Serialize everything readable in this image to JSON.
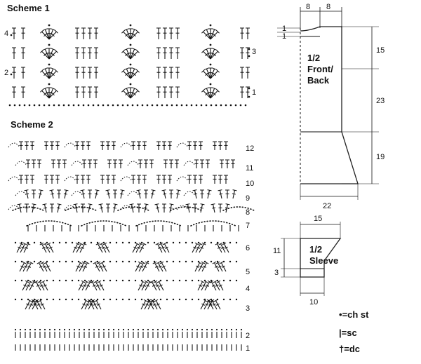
{
  "scheme1": {
    "title": "Scheme 1",
    "row_numbers": [
      "4",
      "2"
    ],
    "side_numbers": [
      "3",
      "1"
    ]
  },
  "scheme2": {
    "title": "Scheme 2",
    "row_numbers": [
      "12",
      "11",
      "10",
      "9",
      "8",
      "7",
      "6",
      "5",
      "4",
      "3",
      "2",
      "1"
    ]
  },
  "front_back": {
    "label_line1": "1/2",
    "label_line2": "Front/",
    "label_line3": "Back",
    "top_left": "8",
    "top_right": "8",
    "right_top": "15",
    "right_mid": "23",
    "right_bottom": "19",
    "bottom": "22",
    "left_small_1": "1",
    "left_small_2": "1"
  },
  "sleeve": {
    "label_line1": "1/2",
    "label_line2": "Sleeve",
    "top": "15",
    "left_upper": "11",
    "left_lower": "3",
    "bottom": "10"
  },
  "legend": [
    {
      "symbol": "•",
      "text": "=ch st"
    },
    {
      "symbol": "|",
      "text": "=sc"
    },
    {
      "symbol": "†",
      "text": "=dc"
    }
  ]
}
